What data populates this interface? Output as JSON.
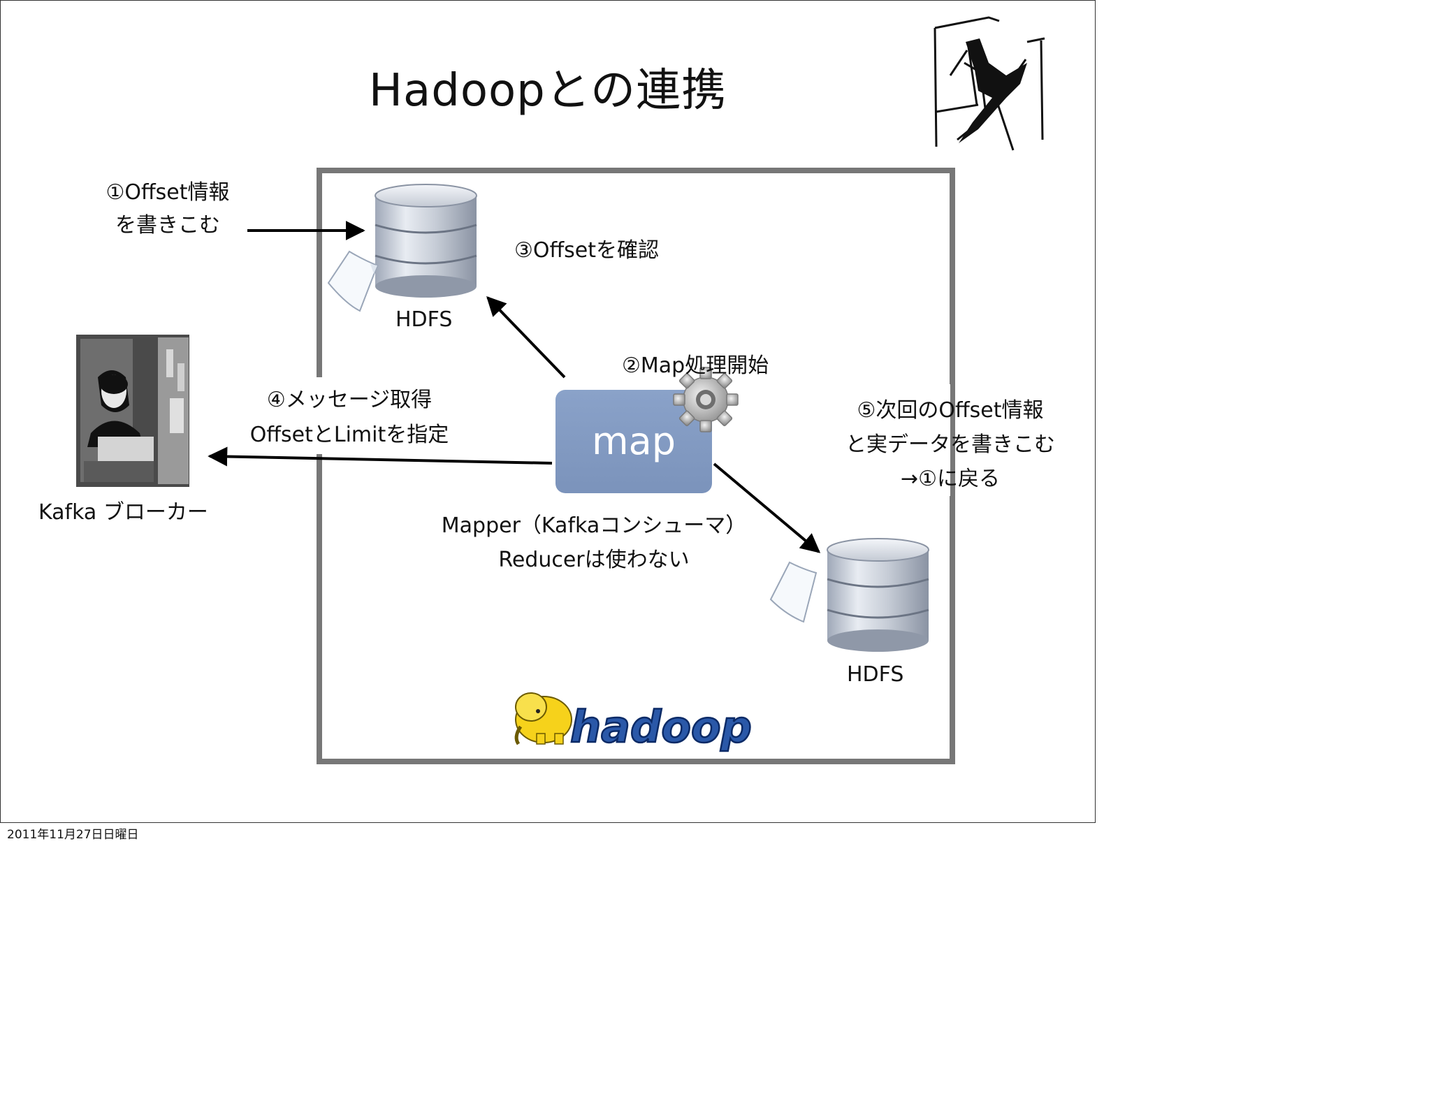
{
  "title": "Hadoopとの連携",
  "labels": {
    "write_offset_line1": "①Offset情報",
    "write_offset_line2": "を書きこむ",
    "check_offset": "③Offsetを確認",
    "hdfs_top": "HDFS",
    "map_start": "②Map処理開始",
    "get_message_line1": "④メッセージ取得",
    "get_message_line2": "OffsetとLimitを指定",
    "kafka_broker": "Kafka ブローカー",
    "map_box": "map",
    "mapper_line1": "Mapper（Kafkaコンシューマ）",
    "mapper_line2": "Reducerは使わない",
    "next_offset_line1": "⑤次回のOffset情報",
    "next_offset_line2": "と実データを書きこむ",
    "next_offset_line3": "→①に戻る",
    "hdfs_bottom": "HDFS",
    "hadoop_logo_text": "hadoop"
  },
  "footer_date": "2011年11月27日日曜日",
  "colors": {
    "frame": "#777777",
    "map_box": "#7f97bf",
    "hadoop_blue": "#2a58a8",
    "elephant_yellow": "#f6d21b"
  },
  "icons": [
    "database-icon",
    "document-icon",
    "gear-icon",
    "kafka-photo",
    "sketch-icon",
    "hadoop-logo"
  ]
}
